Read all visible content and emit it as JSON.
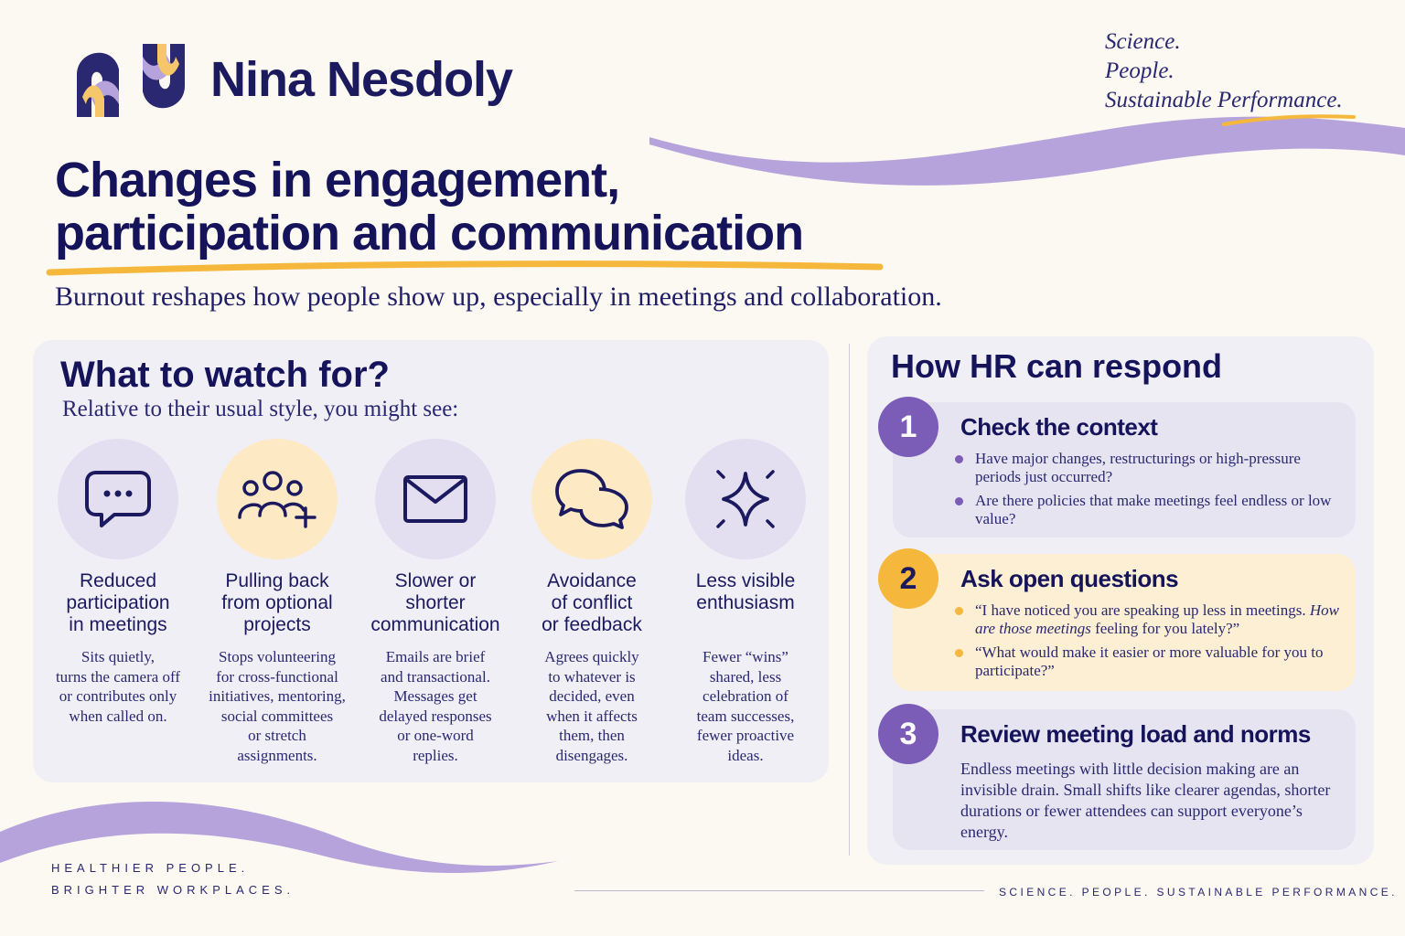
{
  "brand": {
    "name": "Nina Nesdoly",
    "logo_icon": "nn-logo-icon",
    "tagline": [
      "Science.",
      "People.",
      "Sustainable Performance."
    ]
  },
  "headline": {
    "line1": "Changes in engagement,",
    "line2": "participation and communication",
    "subtitle": "Burnout reshapes how people show up, especially in meetings and collaboration."
  },
  "watch": {
    "title": "What to watch for?",
    "subtitle": "Relative to their usual style, you might see:",
    "signs": [
      {
        "icon": "chat-bubble-icon",
        "title": [
          "Reduced",
          "participation",
          "in meetings"
        ],
        "desc": [
          "Sits quietly,",
          "turns the camera off",
          "or contributes only",
          "when called on."
        ]
      },
      {
        "icon": "people-add-icon",
        "title": [
          "Pulling back",
          "from optional",
          "projects"
        ],
        "desc": [
          "Stops volunteering",
          "for cross-functional",
          "initiatives, mentoring,",
          "social committees",
          "or stretch",
          "assignments."
        ]
      },
      {
        "icon": "envelope-icon",
        "title": [
          "Slower or",
          "shorter",
          "communication"
        ],
        "desc": [
          "Emails are brief",
          "and transactional.",
          "Messages get",
          "delayed responses",
          "or one-word",
          "replies."
        ]
      },
      {
        "icon": "conversation-icon",
        "title": [
          "Avoidance",
          "of conflict",
          "or feedback"
        ],
        "desc": [
          "Agrees quickly",
          "to whatever is",
          "decided, even",
          "when it affects",
          "them, then",
          "disengages."
        ]
      },
      {
        "icon": "sparkle-icon",
        "title": [
          "Less visible",
          "enthusiasm"
        ],
        "desc": [
          "Fewer “wins”",
          "shared, less",
          "celebration of",
          "team successes,",
          "fewer proactive",
          "ideas."
        ]
      }
    ]
  },
  "hr": {
    "title": "How HR can respond",
    "steps": [
      {
        "number": "1",
        "title": "Check the context",
        "bullets": [
          "Have major changes, restructurings or high-pressure periods just occurred?",
          "Are there policies that make meetings feel endless or low value?"
        ]
      },
      {
        "number": "2",
        "title": "Ask open questions",
        "bullet1_plain": "“I have noticed you are speaking up less in meetings.",
        "bullet1_italic": "How are those meetings",
        "bullet1_end": "feeling for you lately?”",
        "bullet2": "“What would make it easier or more valuable for you to participate?”"
      },
      {
        "number": "3",
        "title": "Review meeting load and norms",
        "desc": "Endless meetings with little decision making are an invisible drain. Small shifts like clearer agendas, shorter durations or fewer attendees can support everyone’s energy."
      }
    ]
  },
  "footer": {
    "left_line1": "HEALTHIER PEOPLE.",
    "left_line2": "BRIGHTER WORKPLACES.",
    "right": "SCIENCE. PEOPLE. SUSTAINABLE PERFORMANCE."
  },
  "colors": {
    "navy": "#15135a",
    "purple": "#7b5cb7",
    "lavender": "#b6a3dc",
    "gold": "#f5b83d",
    "background": "#fbf9f1"
  }
}
